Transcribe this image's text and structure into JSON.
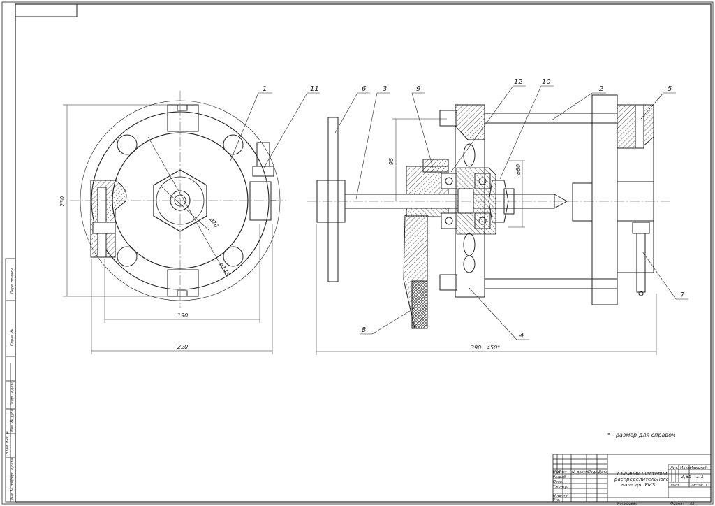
{
  "callouts": {
    "c1": "1",
    "c2": "2",
    "c3": "3",
    "c4": "4",
    "c5": "5",
    "c6": "6",
    "c7": "7",
    "c8": "8",
    "c9": "9",
    "c10": "10",
    "c11": "11",
    "c12": "12"
  },
  "dimensions": {
    "left_height": "230",
    "left_width_inner": "190",
    "left_width_outer": "220",
    "dia_70": "ø70",
    "dia_145": "ø145",
    "right_length": "390...450*",
    "right_height": "95",
    "right_dia_60": "ø60"
  },
  "note": "* - размер для справок",
  "title_block": {
    "title_line1": "Съемник шестерни",
    "title_line2": "распределительного",
    "title_line3": "вала дв. ЯМЗ",
    "col_izm": "Изм",
    "col_list": "Лист",
    "col_ndokum": "№ докум.",
    "col_podp": "Подп.",
    "col_data": "Дата",
    "row_razrab": "Разраб.",
    "row_prov": "Пров.",
    "row_tkontr": "Т.контр.",
    "row_nkontr": "Н.контр.",
    "row_utv": "Утв.",
    "lit": "Лит.",
    "massa": "Масса",
    "masshtab": "Масштаб",
    "mass_val": "2,85",
    "scale_val": "1:1",
    "list_label": "Лист",
    "listov_label": "Листов",
    "listov_val": "1",
    "kopiroval": "Копировал",
    "format": "Формат",
    "format_val": "А3"
  },
  "side_strip": {
    "s1": "Инв. № подл.",
    "s2": "Подп. и дата",
    "s3": "Взам. инв. №",
    "s4": "Инв. № дубл.",
    "s5": "Подп. и дата",
    "s6": "Справ. №",
    "s7": "Перв. примен."
  }
}
